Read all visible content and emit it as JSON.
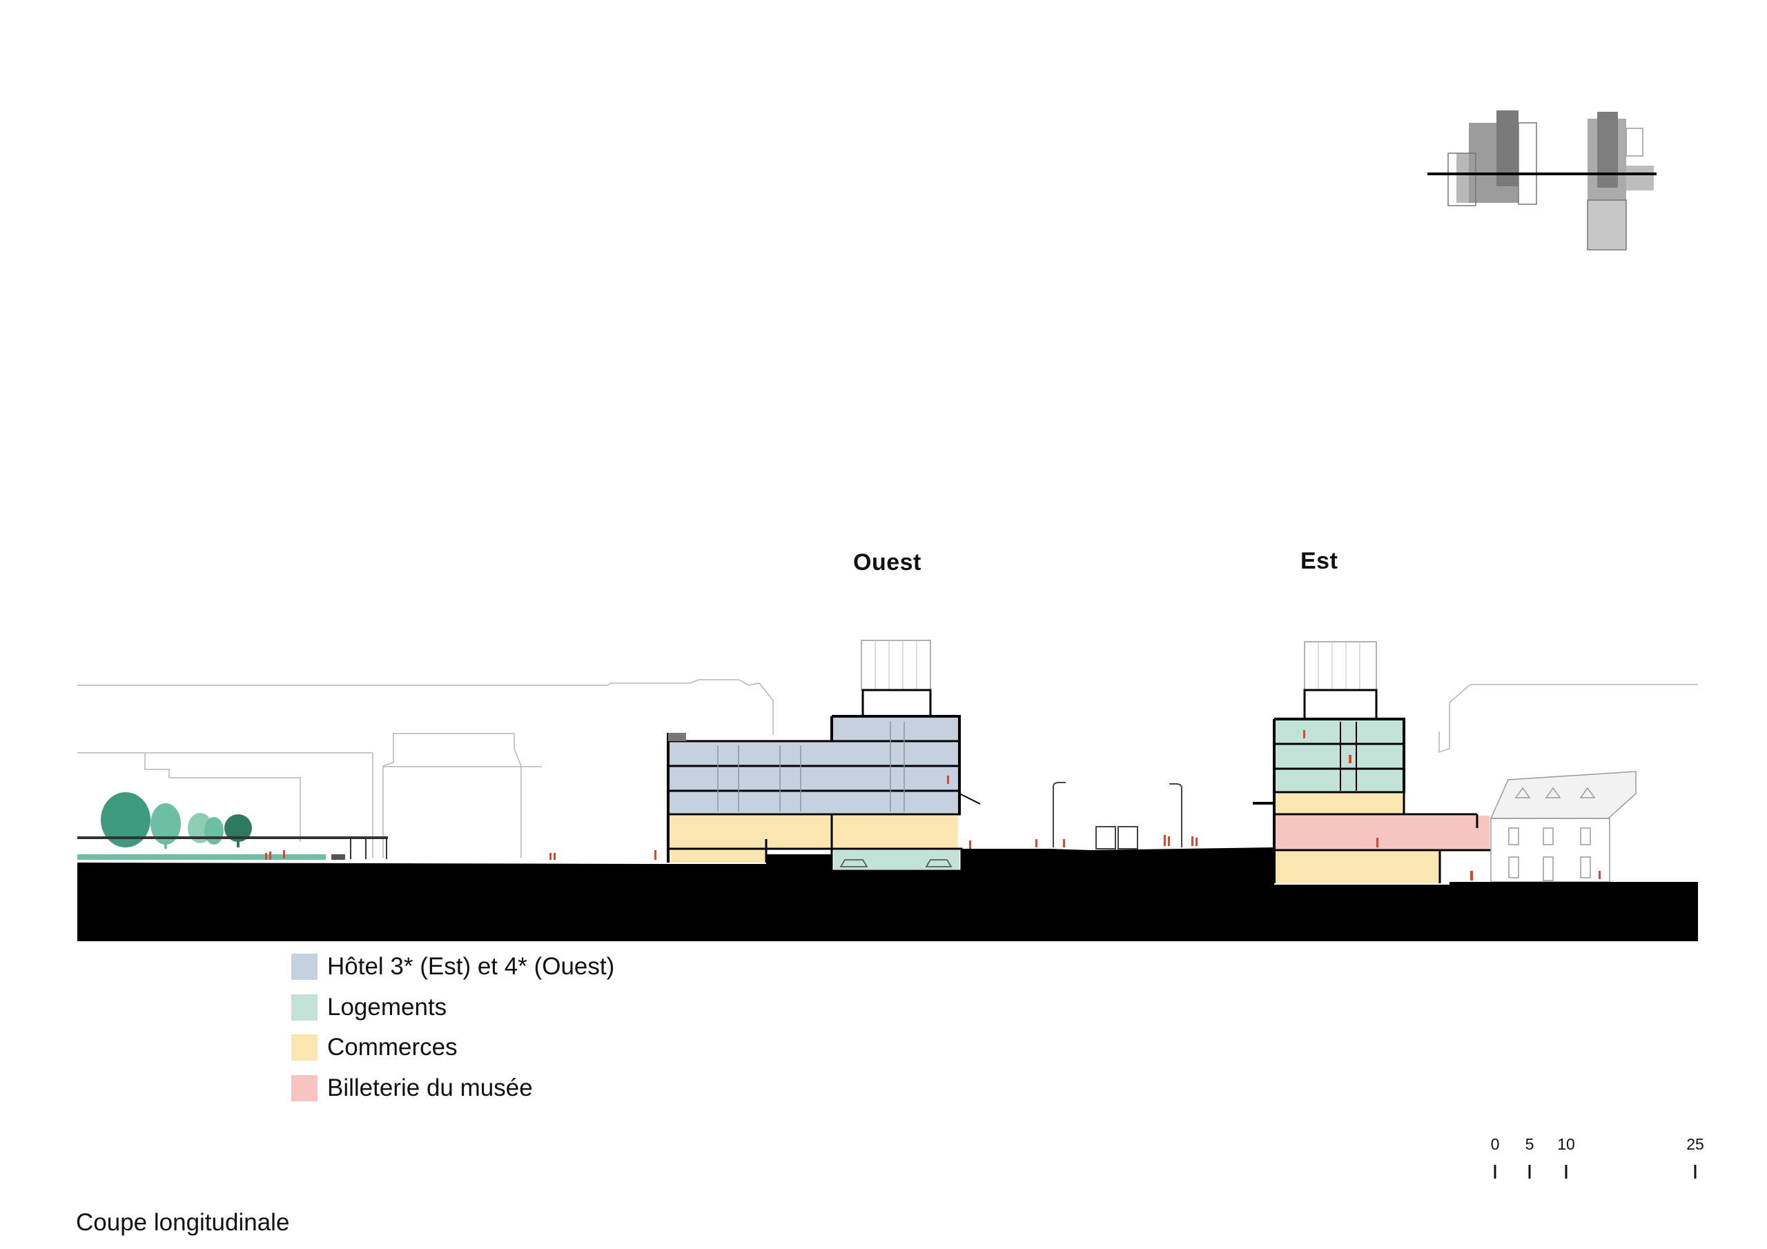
{
  "labels": {
    "west": "Ouest",
    "east": "Est"
  },
  "legend": [
    {
      "label": "Hôtel 3* (Est) et 4* (Ouest)",
      "color": "#c5d1df"
    },
    {
      "label": "Logements",
      "color": "#c2e2d8"
    },
    {
      "label": "Commerces",
      "color": "#fbe6b2"
    },
    {
      "label": "Billeterie du musée",
      "color": "#f7c5bf"
    }
  ],
  "scale_bar": {
    "ticks": [
      "0",
      "5",
      "10",
      "25"
    ]
  },
  "caption": "Coupe longitudinale",
  "colors": {
    "ground": "#000000",
    "hotel": "#c5d1df",
    "housing": "#c2e2d8",
    "retail": "#fbe6b2",
    "ticketing": "#f7c5bf",
    "trees": [
      "#3e9a7c",
      "#6dbfa3",
      "#8ccdb3",
      "#2d7a5f"
    ],
    "people": "#e0452b",
    "keyplan": "#9a9a9a"
  },
  "icons": [
    "tree-icon",
    "person-icon",
    "car-icon",
    "streetlight-icon",
    "key-plan-icon",
    "house-icon"
  ]
}
